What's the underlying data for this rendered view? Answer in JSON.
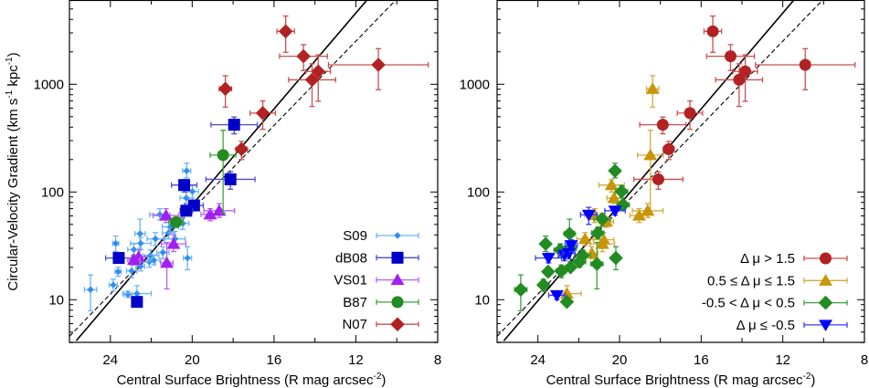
{
  "chart_data": [
    {
      "type": "scatter",
      "panel": "left",
      "xlabel": "Central Surface Brightness (R mag arcsec",
      "xlabel_sup": "-2",
      "ylabel": "Circular-Velocity Gradient (km s",
      "ylabel_sup1": "-1",
      "ylabel_mid": " kpc",
      "ylabel_sup2": "-1",
      "ylabel_end": ")",
      "xlim": [
        26,
        8
      ],
      "ylim": [
        4,
        6000
      ],
      "yscale": "log",
      "xreversed": true,
      "xticks": [
        "24",
        "20",
        "16",
        "12",
        "8"
      ],
      "yticks": [
        "10",
        "100",
        "1000"
      ],
      "legend_position": "bottom-right",
      "fit_lines": [
        {
          "style": "solid",
          "points": [
            [
              25.67,
              4.16
            ],
            [
              11.46,
              6050
            ]
          ]
        },
        {
          "style": "dashed",
          "points": [
            [
              26,
              4.58
            ],
            [
              10.05,
              6050
            ]
          ]
        }
      ],
      "series": [
        {
          "name": "S09",
          "marker": "diamond-small",
          "color": "#2f8ff0",
          "err_color": "#6fb3f5",
          "points": [
            [
              24.97,
              12.4,
              0.3,
              7.9,
              17
            ],
            [
              23.86,
              13.7,
              0.2,
              12,
              15.5
            ],
            [
              23.62,
              18.2,
              0.15,
              16.5,
              20
            ],
            [
              23.74,
              33.3,
              0.15,
              28,
              39
            ],
            [
              23.14,
              11.2,
              0.2,
              10.5,
              12
            ],
            [
              22.7,
              11.4,
              0.7,
              9.5,
              13.5
            ],
            [
              22.96,
              18.5,
              0.25,
              16,
              21
            ],
            [
              22.85,
              29.2,
              0.3,
              25,
              33
            ],
            [
              22.55,
              41,
              0.25,
              30,
              56
            ],
            [
              22.52,
              33.4,
              0.5,
              29,
              38
            ],
            [
              22.52,
              20.4,
              0.2,
              18.5,
              22.5
            ],
            [
              22.1,
              22.5,
              0.3,
              20,
              25
            ],
            [
              22.03,
              25.7,
              0.4,
              23,
              29
            ],
            [
              21.8,
              36.7,
              0.4,
              32,
              42
            ],
            [
              21.58,
              61.7,
              0.5,
              55,
              70
            ],
            [
              21.43,
              27.5,
              0.3,
              24,
              31
            ],
            [
              21.16,
              41.7,
              0.3,
              37,
              47
            ],
            [
              21.06,
              47.6,
              0.4,
              42,
              54
            ],
            [
              20.84,
              36.7,
              0.5,
              31,
              43
            ],
            [
              20.27,
              157,
              0.2,
              135,
              185
            ],
            [
              20.29,
              88,
              0.3,
              78,
              100
            ],
            [
              19.99,
              101,
              0.3,
              88,
              115
            ],
            [
              20.23,
              24.4,
              0.2,
              19,
              31
            ],
            [
              20.46,
              51,
              0.3,
              45,
              58
            ],
            [
              21.88,
              23.3,
              0.3,
              21,
              26
            ]
          ]
        },
        {
          "name": "dB08",
          "marker": "square",
          "color": "#0000c8",
          "err_color": "#4a4ad8",
          "points": [
            [
              17.95,
              421,
              1.13,
              347,
              496
            ],
            [
              18.13,
              131,
              1.2,
              106,
              154
            ],
            [
              20.39,
              116,
              0.62,
              100,
              130
            ],
            [
              19.91,
              75,
              0.45,
              68,
              83
            ],
            [
              20.29,
              67,
              0.3,
              61,
              73
            ],
            [
              23.59,
              24.4,
              0.64,
              22,
              27
            ],
            [
              22.7,
              9.55,
              0.2,
              9,
              10.1
            ]
          ]
        },
        {
          "name": "VS01",
          "marker": "triangle",
          "color": "#a020f0",
          "err_color": "#b860f0",
          "points": [
            [
              21.28,
              60.5,
              0.63,
              52,
              70
            ],
            [
              19.12,
              62,
              0.45,
              54,
              70
            ],
            [
              18.68,
              67,
              0.75,
              58,
              78
            ],
            [
              20.91,
              33,
              0.6,
              28,
              40
            ],
            [
              22.62,
              25,
              0.3,
              21,
              29
            ],
            [
              21.24,
              22,
              0.3,
              12.6,
              34
            ],
            [
              22.85,
              23.5,
              0.3,
              21,
              26
            ]
          ]
        },
        {
          "name": "B87",
          "marker": "circle",
          "color": "#228b22",
          "err_color": "#3fa03f",
          "points": [
            [
              18.49,
              220,
              0.63,
              64,
              374
            ],
            [
              20.79,
              52.5,
              0.35,
              47,
              58
            ]
          ]
        },
        {
          "name": "N07",
          "marker": "diamond",
          "color": "#b22222",
          "err_color": "#c85050",
          "points": [
            [
              15.43,
              3100,
              0.43,
              1980,
              4300
            ],
            [
              14.56,
              1820,
              1.17,
              1340,
              2330
            ],
            [
              13.84,
              1315,
              0.6,
              695,
              1880
            ],
            [
              14.14,
              1100,
              1.15,
              622,
              1550
            ],
            [
              10.9,
              1515,
              2.44,
              890,
              2140
            ],
            [
              18.38,
              907,
              0.3,
              614,
              1200
            ],
            [
              16.55,
              540,
              0.62,
              382,
              700
            ],
            [
              17.59,
              250,
              0.27,
              200,
              295
            ]
          ]
        }
      ]
    },
    {
      "type": "scatter",
      "panel": "right",
      "xlabel": "Central Surface Brightness (R mag arcsec",
      "xlabel_sup": "-2",
      "xlim": [
        26,
        8
      ],
      "ylim": [
        4,
        6000
      ],
      "yscale": "log",
      "xreversed": true,
      "xticks": [
        "24",
        "20",
        "16",
        "12",
        "8"
      ],
      "yticks": [
        "10",
        "100",
        "1000"
      ],
      "legend_position": "bottom-right",
      "fit_lines": [
        {
          "style": "solid",
          "points": [
            [
              25.67,
              4.16
            ],
            [
              11.46,
              6050
            ]
          ]
        },
        {
          "style": "dashed",
          "points": [
            [
              26,
              4.58
            ],
            [
              10.05,
              6050
            ]
          ]
        }
      ],
      "series": [
        {
          "name": "Δ μ > 1.5",
          "marker": "circle",
          "color": "#b22222",
          "err_color": "#c85050",
          "points": [
            [
              15.43,
              3100,
              0.43,
              1980,
              4300
            ],
            [
              14.56,
              1820,
              1.17,
              1340,
              2330
            ],
            [
              13.84,
              1315,
              0.6,
              695,
              1880
            ],
            [
              14.14,
              1100,
              1.15,
              622,
              1550
            ],
            [
              10.9,
              1515,
              2.44,
              890,
              2140
            ],
            [
              16.55,
              540,
              0.62,
              382,
              700
            ],
            [
              17.59,
              250,
              0.27,
              200,
              295
            ],
            [
              17.88,
              421,
              1.13,
              347,
              496
            ],
            [
              18.1,
              131,
              1.2,
              106,
              154
            ]
          ]
        },
        {
          "name": "0.5 ≤ Δ μ ≤ 1.5",
          "marker": "triangle",
          "color": "#c8960a",
          "err_color": "#d4aa40",
          "points": [
            [
              18.38,
              907,
              0.3,
              614,
              1200
            ],
            [
              18.49,
              220,
              0.63,
              64,
              374
            ],
            [
              20.39,
              116,
              0.62,
              100,
              130
            ],
            [
              20.27,
              88,
              0.35,
              78,
              100
            ],
            [
              19.04,
              60.5,
              0.45,
              52,
              70
            ],
            [
              18.62,
              67,
              0.75,
              58,
              78
            ],
            [
              21.69,
              36.7,
              0.4,
              32,
              42
            ],
            [
              21.21,
              61,
              0.5,
              52,
              70
            ],
            [
              20.77,
              36,
              0.5,
              30,
              42
            ],
            [
              20.84,
              33,
              0.6,
              28,
              40
            ],
            [
              21.36,
              27,
              0.3,
              24,
              31
            ],
            [
              22.58,
              11.4,
              0.7,
              9.5,
              13.5
            ],
            [
              20.65,
              53,
              0.35,
              47,
              58
            ]
          ]
        },
        {
          "name": "-0.5 < Δ μ < 0.5",
          "marker": "diamond",
          "color": "#228b22",
          "err_color": "#3fa03f",
          "points": [
            [
              24.84,
              12.4,
              0.3,
              7.9,
              17
            ],
            [
              23.73,
              13.7,
              0.2,
              12,
              15.5
            ],
            [
              23.5,
              18.2,
              0.15,
              16.5,
              20
            ],
            [
              23.62,
              33,
              0.15,
              28,
              39
            ],
            [
              22.58,
              9.55,
              0.2,
              9,
              10.1
            ],
            [
              22.85,
              18.5,
              0.25,
              16,
              21
            ],
            [
              22.91,
              29,
              0.3,
              25,
              33
            ],
            [
              22.45,
              41,
              0.25,
              30,
              56
            ],
            [
              22.4,
              20,
              0.2,
              18.5,
              22.5
            ],
            [
              21.96,
              22.5,
              0.3,
              20,
              25
            ],
            [
              21.81,
              25.7,
              0.4,
              23,
              29
            ],
            [
              21.11,
              21.5,
              0.3,
              12.6,
              34
            ],
            [
              21.07,
              41.7,
              0.3,
              37,
              47
            ],
            [
              20.85,
              56,
              0.4,
              48,
              63
            ],
            [
              20.22,
              157,
              0.2,
              135,
              185
            ],
            [
              19.9,
              101,
              0.3,
              88,
              115
            ],
            [
              19.82,
              76,
              0.3,
              68,
              83
            ],
            [
              20.18,
              24.4,
              0.2,
              19,
              31
            ],
            [
              22.41,
              30,
              0.3,
              27,
              34
            ]
          ]
        },
        {
          "name": "Δ μ ≤ -0.5",
          "marker": "triangle-down",
          "color": "#0000ff",
          "err_color": "#3a3aff",
          "points": [
            [
              23.48,
              24.4,
              0.64,
              22,
              27
            ],
            [
              23.07,
              11,
              0.4,
              10,
              12
            ],
            [
              22.7,
              26,
              0.3,
              23,
              29
            ],
            [
              22.48,
              27,
              0.3,
              24,
              30
            ],
            [
              22.37,
              32,
              0.3,
              28,
              36
            ],
            [
              21.51,
              61.5,
              0.4,
              50,
              72
            ],
            [
              20.22,
              67,
              0.5,
              61,
              73
            ]
          ]
        }
      ]
    }
  ]
}
